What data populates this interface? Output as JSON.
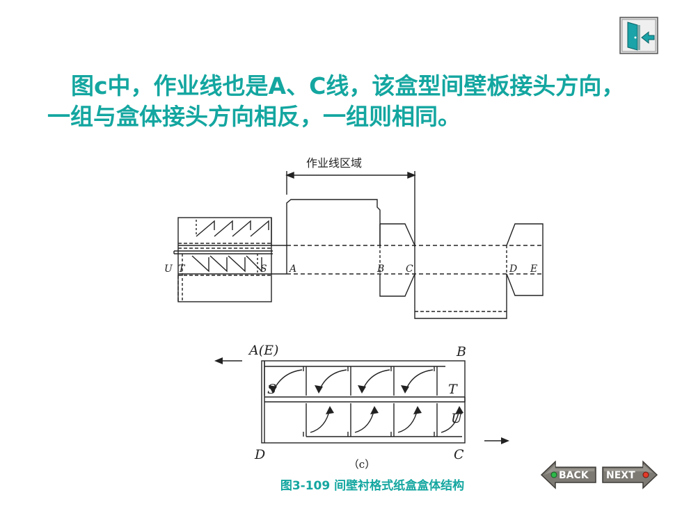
{
  "slide": {
    "title": "图c中，作业线也是A、C线，该盒型间壁板接头方向，一组与盒体接头方向相反，一组则相同。",
    "figure_sublabel": "（c）",
    "figure_caption": "图3-109 间壁衬格式纸盒盒体结构"
  },
  "diagram": {
    "work_zone_label": "作业线区域",
    "top_letters": {
      "u": "U",
      "t": "T",
      "s": "S",
      "a": "A",
      "b": "B",
      "c": "C",
      "d": "D",
      "e": "E"
    },
    "bottom_letters": {
      "ae": "A(E)",
      "b": "B",
      "s": "S",
      "t": "T",
      "u": "U",
      "d": "D",
      "c": "C"
    }
  },
  "nav": {
    "back_label": "BACK",
    "next_label": "NEXT"
  },
  "colors": {
    "title": "#14a6a0",
    "line": "#222222",
    "button": "#7d7a74"
  },
  "icons": {
    "exit": "exit-door-icon",
    "back": "back-arrow-icon",
    "next": "next-arrow-icon"
  }
}
